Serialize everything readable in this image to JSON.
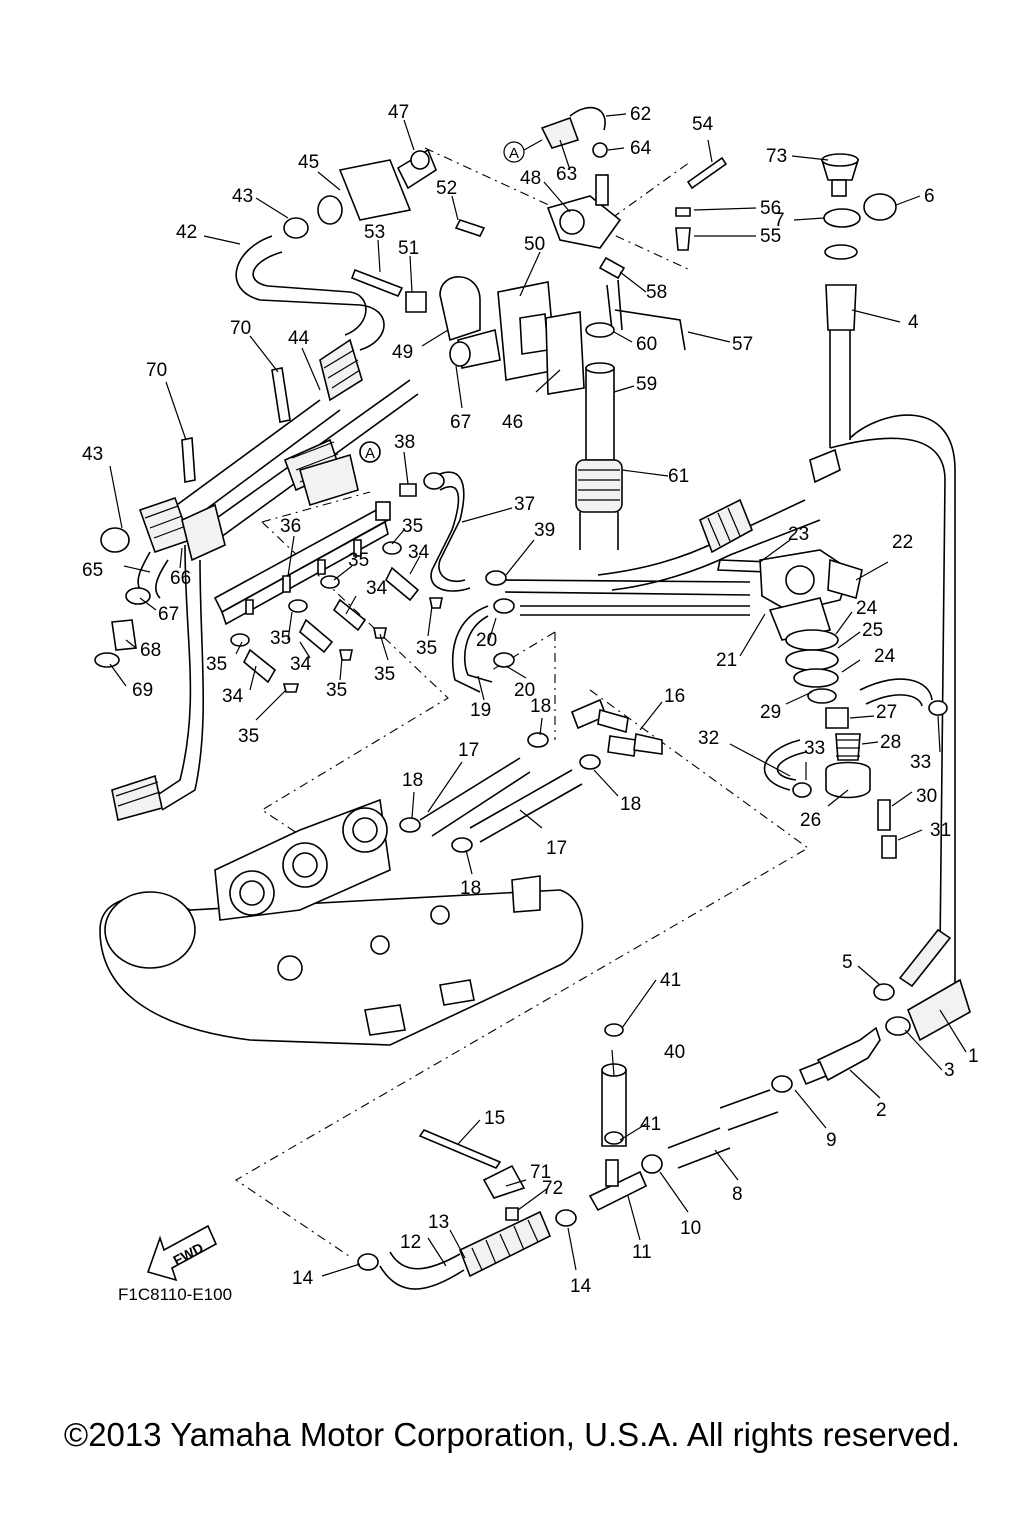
{
  "diagram": {
    "figure_code": "F1C8110-E100",
    "fwd_label": "FWD",
    "ref_marker": "A",
    "copyright": "©2013 Yamaha Motor Corporation, U.S.A. All rights reserved.",
    "callouts": {
      "c1": "1",
      "c2": "2",
      "c3": "3",
      "c4": "4",
      "c5": "5",
      "c6": "6",
      "c7": "7",
      "c8": "8",
      "c9": "9",
      "c10": "10",
      "c11": "11",
      "c12": "12",
      "c13": "13",
      "c14": "14",
      "c15": "15",
      "c16": "16",
      "c17": "17",
      "c18": "18",
      "c19": "19",
      "c20": "20",
      "c21": "21",
      "c22": "22",
      "c23": "23",
      "c24": "24",
      "c25": "25",
      "c26": "26",
      "c27": "27",
      "c28": "28",
      "c29": "29",
      "c30": "30",
      "c31": "31",
      "c32": "32",
      "c33": "33",
      "c34": "34",
      "c35": "35",
      "c36": "36",
      "c37": "37",
      "c38": "38",
      "c39": "39",
      "c40": "40",
      "c41": "41",
      "c42": "42",
      "c43": "43",
      "c44": "44",
      "c45": "45",
      "c46": "46",
      "c47": "47",
      "c48": "48",
      "c49": "49",
      "c50": "50",
      "c51": "51",
      "c52": "52",
      "c53": "53",
      "c54": "54",
      "c55": "55",
      "c56": "56",
      "c57": "57",
      "c58": "58",
      "c59": "59",
      "c60": "60",
      "c61": "61",
      "c62": "62",
      "c63": "63",
      "c64": "64",
      "c65": "65",
      "c66": "66",
      "c67": "67",
      "c68": "68",
      "c69": "69",
      "c70": "70",
      "c71": "71",
      "c72": "72",
      "c73": "73"
    }
  }
}
